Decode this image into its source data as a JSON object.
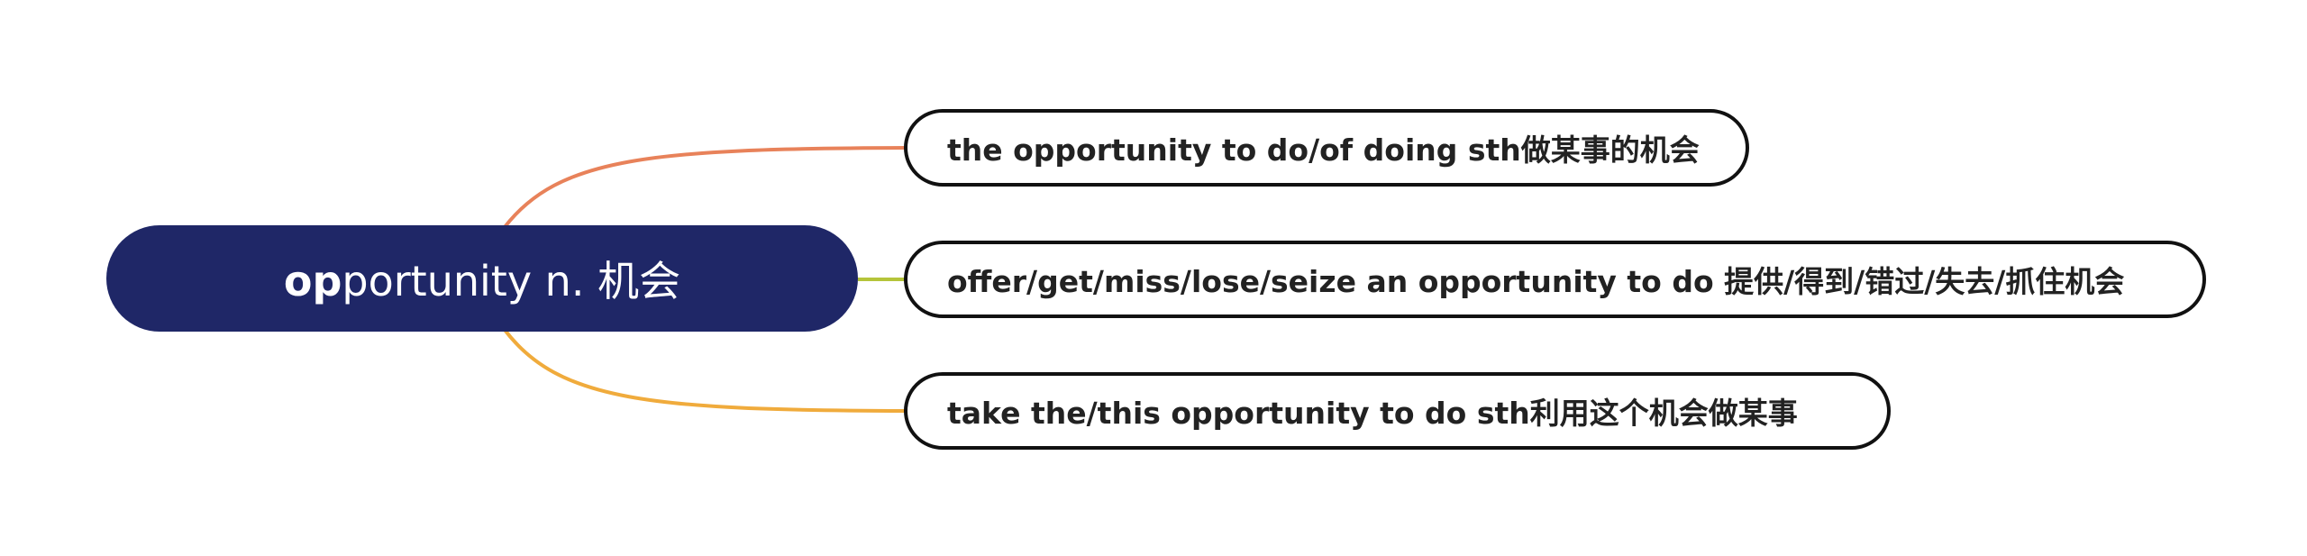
{
  "root": {
    "label_bold": "op",
    "label_rest": "portunity n. 机会",
    "fill_color": "#1f2767",
    "text_color": "#ffffff"
  },
  "branches": [
    {
      "label": "the opportunity to do/of doing sth做某事的机会",
      "connector_color": "#e8825a"
    },
    {
      "label": "offer/get/miss/lose/seize an opportunity to do 提供/得到/错过/失去/抓住机会",
      "connector_color": "#b5c43a"
    },
    {
      "label": "take the/this opportunity to do sth利用这个机会做某事",
      "connector_color": "#f0ab3c"
    }
  ]
}
